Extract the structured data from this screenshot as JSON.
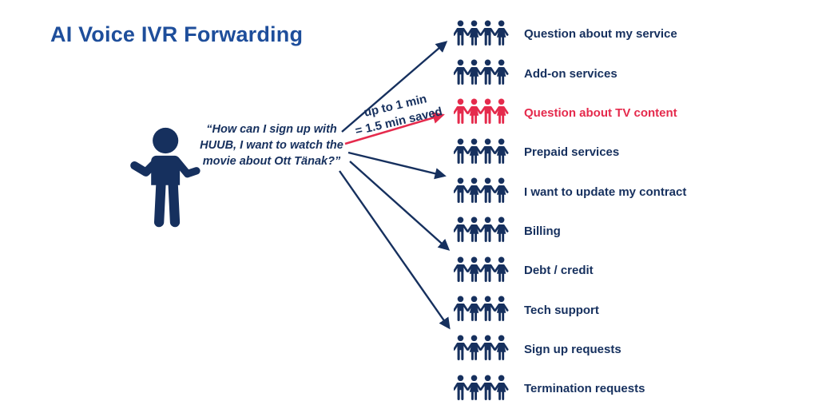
{
  "title": "AI Voice IVR Forwarding",
  "quote": {
    "lines": [
      "“How can I sign up with",
      "HUUB, I want to watch the",
      "movie about Ott Tänak?”"
    ]
  },
  "ai_route": {
    "label_top": "up to 1 min",
    "label_bottom": "= 1.5 min saved",
    "target": "Question about TV content"
  },
  "categories": [
    {
      "label": "Question about my service",
      "highlighted": false,
      "arrow": true
    },
    {
      "label": "Add-on services",
      "highlighted": false,
      "arrow": false
    },
    {
      "label": "Question about TV content",
      "highlighted": true,
      "arrow": true
    },
    {
      "label": "Prepaid services",
      "highlighted": false,
      "arrow": false
    },
    {
      "label": "I want to update my contract",
      "highlighted": false,
      "arrow": true
    },
    {
      "label": "Billing",
      "highlighted": false,
      "arrow": false
    },
    {
      "label": "Debt / credit",
      "highlighted": false,
      "arrow": true
    },
    {
      "label": "Tech support",
      "highlighted": false,
      "arrow": false
    },
    {
      "label": "Sign up requests",
      "highlighted": false,
      "arrow": true
    },
    {
      "label": "Termination requests",
      "highlighted": false,
      "arrow": false
    }
  ],
  "colors": {
    "navy": "#16305E",
    "title_blue": "#1E4E9B",
    "highlight_red": "#E52A4C",
    "background": "#FFFFFF"
  }
}
